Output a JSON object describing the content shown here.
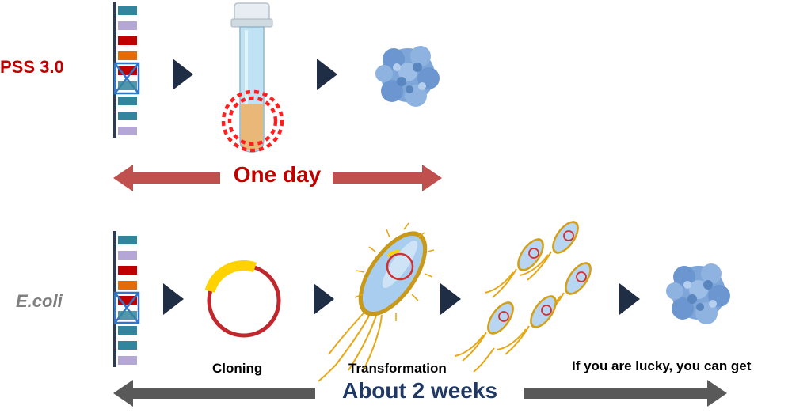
{
  "rows": {
    "pss": {
      "label": "PSS 3.0",
      "timeline": "One day"
    },
    "ecoli": {
      "label": "E.coli",
      "timeline": "About 2 weeks"
    }
  },
  "captions": {
    "cloning": "Cloning",
    "transformation": "Transformation",
    "result": "If you are lucky, you can get"
  },
  "colors": {
    "pss_red": "#c00000",
    "arrow_red": "#c0504d",
    "arrow_gray": "#595959",
    "navy": "#1f3864",
    "gold": "#e6a817",
    "protein_blue": "#7ea6d8"
  },
  "icons": [
    "gene-bar-icon",
    "chevron-right-icon",
    "test-tube-icon",
    "protein-icon",
    "plasmid-icon",
    "bacterium-icon",
    "bacteria-colony-icon"
  ]
}
